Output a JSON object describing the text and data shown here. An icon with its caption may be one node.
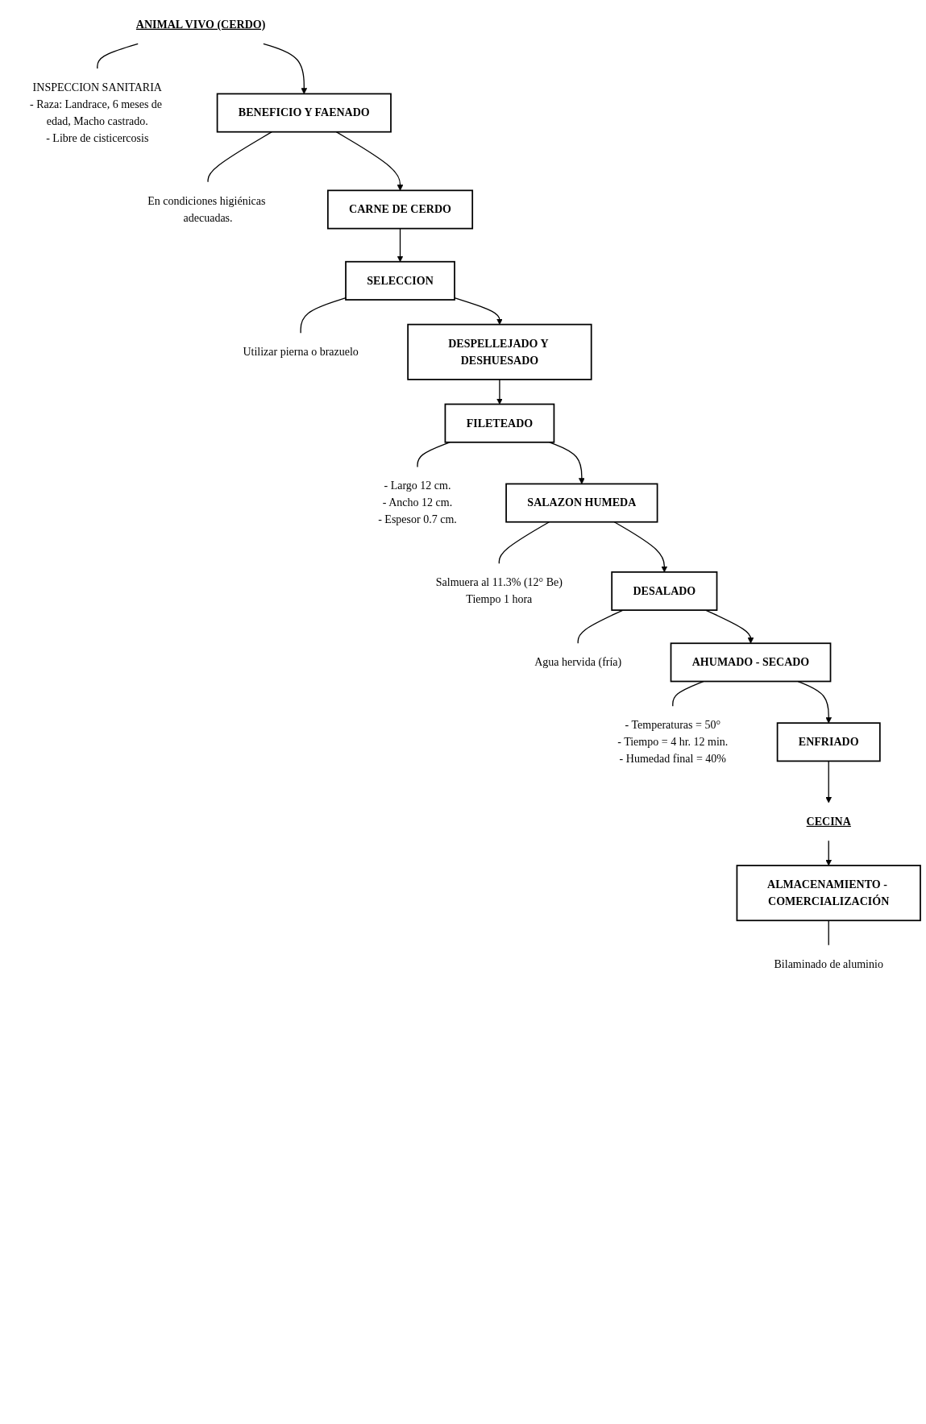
{
  "diagram": {
    "nodes": [
      {
        "text": [
          "ANIMAL VIVO (CERDO)"
        ]
      },
      {
        "text": [
          "INSPECCION SANITARIA",
          "- Raza: Landrace, 6 meses de edad, Macho castrado.",
          "- Libre de cisticercosis"
        ]
      },
      {
        "text": [
          "BENEFICIO Y FAENADO"
        ]
      },
      {
        "text": [
          "En condiciones higiénicas adecuadas."
        ]
      },
      {
        "text": [
          "CARNE DE CERDO"
        ]
      },
      {
        "text": [
          "SELECCION"
        ]
      },
      {
        "text": [
          "Utilizar pierna o brazuelo"
        ]
      },
      {
        "text": [
          "DESPELLEJADO Y DESHUESADO"
        ]
      },
      {
        "text": [
          "FILETEADO"
        ]
      },
      {
        "text": [
          "- Largo 12 cm.",
          "- Ancho 12 cm.",
          "- Espesor 0.7 cm."
        ]
      },
      {
        "text": [
          "SALAZON HUMEDA"
        ]
      },
      {
        "text": [
          "Salmuera al 11.3% (12° Be)",
          "Tiempo 1 hora"
        ]
      },
      {
        "text": [
          "DESALADO"
        ]
      },
      {
        "text": [
          "Agua hervida (fría)"
        ]
      },
      {
        "text": [
          "AHUMADO - SECADO"
        ]
      },
      {
        "text": [
          "- Temperaturas = 50°",
          "- Tiempo = 4 hr. 12 min.",
          "- Humedad final = 40%"
        ]
      },
      {
        "text": [
          "ENFRIADO"
        ]
      },
      {
        "text": [
          "CECINA"
        ]
      },
      {
        "text": [
          "ALMACENAMIENTO - COMERCIALIZACIÓN"
        ]
      },
      {
        "text": [
          "Bilaminado de aluminio"
        ]
      }
    ],
    "edges": [
      {
        "from": 0,
        "to": 1,
        "arrow": "none"
      },
      {
        "from": 0,
        "to": 2,
        "arrow": "to"
      },
      {
        "from": 2,
        "to": 3,
        "arrow": "none"
      },
      {
        "from": 2,
        "to": 4,
        "arrow": "to"
      },
      {
        "from": 4,
        "to": 5,
        "arrow": "to"
      },
      {
        "from": 5,
        "to": 6,
        "arrow": "none"
      },
      {
        "from": 5,
        "to": 7,
        "arrow": "to"
      },
      {
        "from": 7,
        "to": 8,
        "arrow": "to"
      },
      {
        "from": 8,
        "to": 9,
        "arrow": "none"
      },
      {
        "from": 8,
        "to": 10,
        "arrow": "to"
      },
      {
        "from": 10,
        "to": 11,
        "arrow": "none"
      },
      {
        "from": 10,
        "to": 12,
        "arrow": "to"
      },
      {
        "from": 12,
        "to": 13,
        "arrow": "none"
      },
      {
        "from": 12,
        "to": 14,
        "arrow": "to"
      },
      {
        "from": 14,
        "to": 15,
        "arrow": "none"
      },
      {
        "from": 14,
        "to": 16,
        "arrow": "to"
      },
      {
        "from": 16,
        "to": 17,
        "arrow": "to"
      },
      {
        "from": 17,
        "to": 18,
        "arrow": "to"
      },
      {
        "from": 18,
        "to": 19,
        "arrow": "none"
      }
    ]
  }
}
